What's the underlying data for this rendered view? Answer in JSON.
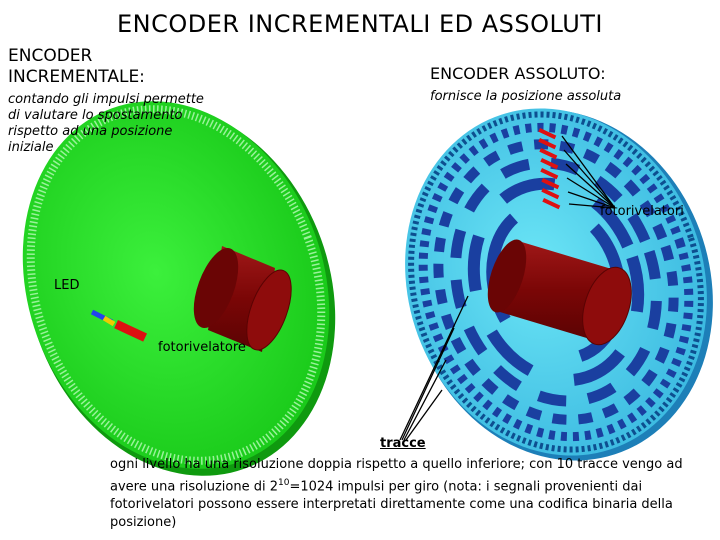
{
  "title": "ENCODER INCREMENTALI ED ASSOLUTI",
  "incremental": {
    "heading_line1": "ENCODER",
    "heading_line2": "INCREMENTALE:",
    "description_lines": [
      "contando gli impulsi permette",
      "di valutare lo spostamento",
      "rispetto ad una posizione",
      "iniziale"
    ]
  },
  "absolute": {
    "heading": "ENCODER ASSOLUTO:",
    "description": "fornisce la posizione assoluta"
  },
  "labels": {
    "fotorivelatori": "fotorivelatori",
    "led": "LED",
    "fotorivelatore": "fotorivelatore",
    "tracce": "tracce"
  },
  "note": {
    "part1": "ogni livello ha una risoluzione doppia rispetto a quello inferiore; con 10 tracce vengo ad avere una risoluzione di 2",
    "exponent": "10",
    "part2": "=1024 impulsi per giro (nota: i segnali provenienti dai fotorivelatori possono essere interpretati direttamente come una codifica binaria della posizione)"
  },
  "colors": {
    "incremental_disc": "#22dd22",
    "absolute_disc_outer": "#2a9fd8",
    "absolute_pattern_light": "#55ddee",
    "absolute_pattern_dark": "#1a3fa0",
    "shaft": "#8b0a0a",
    "led_body": "#dd1111"
  }
}
